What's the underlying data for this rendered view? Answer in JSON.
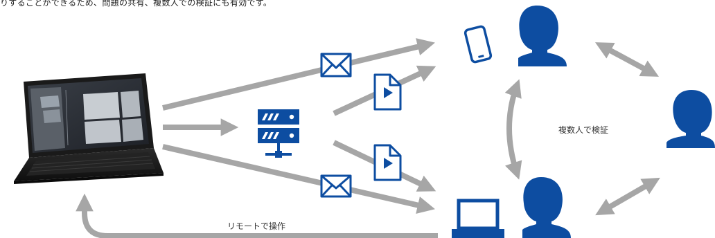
{
  "header": {
    "text": "りすることができるため、問題の共有、複数人での検証にも有効です。"
  },
  "labels": {
    "multi_verify": "複数人で検証",
    "remote_operation": "リモートで操作"
  },
  "colors": {
    "arrow_gray": "#a6a6a6",
    "brand_blue": "#0d4da1"
  },
  "icons": [
    "laptop-screenshot",
    "server-icon",
    "mail-icon",
    "video-file-icon",
    "smartphone-icon",
    "person-icon",
    "laptop-icon",
    "bidirectional-arrow"
  ]
}
